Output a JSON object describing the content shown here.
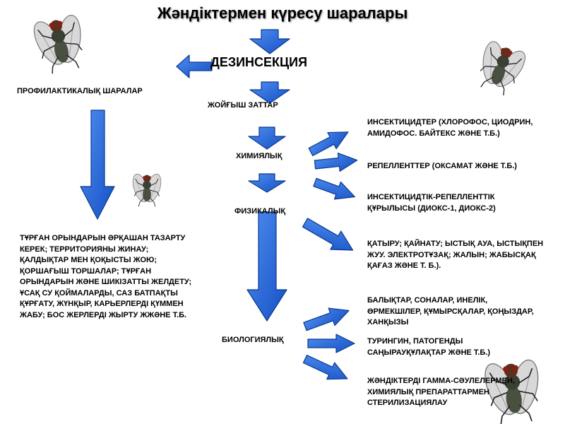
{
  "title": "Жәндіктермен күресу шаралары",
  "main_node": "ДЕЗИНСЕКЦИЯ",
  "prophylactic_label": "ПРОФИЛАКТИКАЛЫҚ ШАРАЛАР",
  "destructive_label": "ЖОЙҒЫШ ЗАТТАР",
  "chemical_label": "ХИМИЯЛЫҚ",
  "physical_label": "ФИЗИКАЛЫҚ",
  "biological_label": "БИОЛОГИЯЛЫҚ",
  "prophylactic_text": "ТҰРҒАН ОРЫНДАРЫН ӘРҚАШАН ТАЗАРТУ КЕРЕК; ТЕРРИТОРИЯНЫ ЖИНАУ; ҚАЛДЫҚТАР МЕН ҚОҚЫСТЫ ЖОЮ; ҚОРШАҒЫШ ТОРШАЛАР; ТҰРҒАН ОРЫНДАРЫН ЖӘНЕ ШИКІЗАТТЫ ЖЕЛДЕТУ; ҰСАҚ СУ ҚОЙМАЛАРДЫ, САЗ БАТПАҚТЫ ҚҰРҒАТУ, ЖҮНҚЫР, КАРЬЕРЛЕРДІ ҚҮММЕН ЖАБУ; БОС ЖЕРЛЕРДІ ЖЫРТУ ЖЖӘНЕ Т.Б.",
  "chemical_items": [
    "ИНСЕКТИЦИДТЕР (ХЛОРОФОС, ЦИОДРИН, АМИДОФОС. БАЙТЕКС ЖӘНЕ Т.Б.)",
    "РЕПЕЛЛЕНТТЕР (ОКСАМАТ ЖӘНЕ Т.Б.)",
    "ИНСЕКТИЦИДТІК-РЕПЕЛЛЕНТТІК ҚҰРЫЛЫСЫ (ДИОКС-1, ДИОКС-2)"
  ],
  "physical_text": "ҚАТЫРУ; ҚАЙНАТУ; ЫСТЫҚ АУА, ЫСТЫҚПЕН ЖУУ. ЭЛЕКТРОТҰЗАҚ; ЖАЛЫН; ЖАБЫСҚАҚ ҚАҒАЗ ЖӘНЕ Т. Б.).",
  "biological_items": [
    "БАЛЫҚТАР, СОНАЛАР, ИНЕЛІК, ӨРМЕКШІЛЕР, ҚҰМЫРСҚАЛАР, ҚОҢЫЗДАР, ХАНҚЫЗЫ",
    "ТУРИНГИН, ПАТОГЕНДЫ САҢЫРАУҚҰЛАҚТАР ЖӘНЕ Т.Б.)",
    "ЖӘНДІКТЕРДІ ГАММА-СӘУЛЕЛЕРМЕН, ХИМИЯЛЫҚ ПРЕПАРАТТАРМЕН СТЕРИЛИЗАЦИЯЛАУ"
  ],
  "colors": {
    "arrow_fill": "#1f63d8",
    "arrow_stroke": "#0b3a8f"
  },
  "icons": [
    "fly-icon"
  ]
}
